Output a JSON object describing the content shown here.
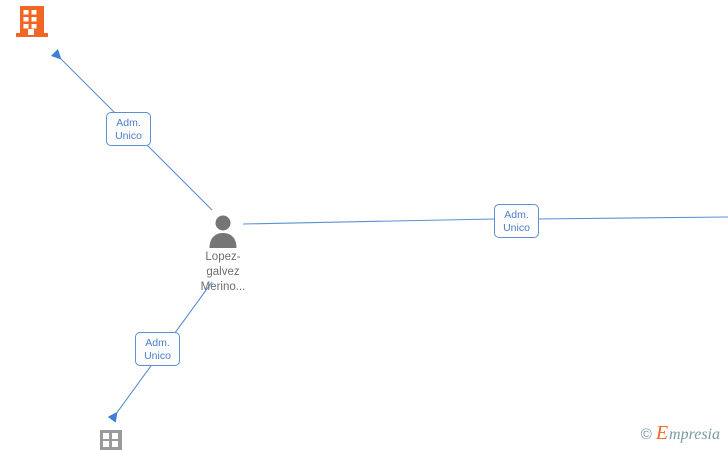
{
  "diagram": {
    "title": "Empresia corporate relationship graph",
    "background": "#ffffff",
    "accent_blue": "#4a7fc8",
    "edge_blue": "#5b8fd6",
    "company_orange": "#f26522",
    "person_gray": "#757575",
    "label_gray": "#6e6e6e"
  },
  "nodes": {
    "company_top": {
      "icon": "office-building-icon",
      "color": "#f26522",
      "label": ""
    },
    "company_bottom": {
      "icon": "office-building-icon",
      "color": "#9a9a9a",
      "label": ""
    },
    "person": {
      "icon": "person-avatar-icon",
      "color": "#757575",
      "name_line_1": "Lopez-",
      "name_line_2": "galvez",
      "name_line_3": "Merino..."
    }
  },
  "edge_labels": {
    "top_left": "Adm.\nUnico",
    "right": "Adm.\nUnico",
    "bottom_left": "Adm.\nUnico"
  },
  "watermark": {
    "copyright": "©",
    "brand_initial": "E",
    "brand_rest": "mpresia"
  }
}
